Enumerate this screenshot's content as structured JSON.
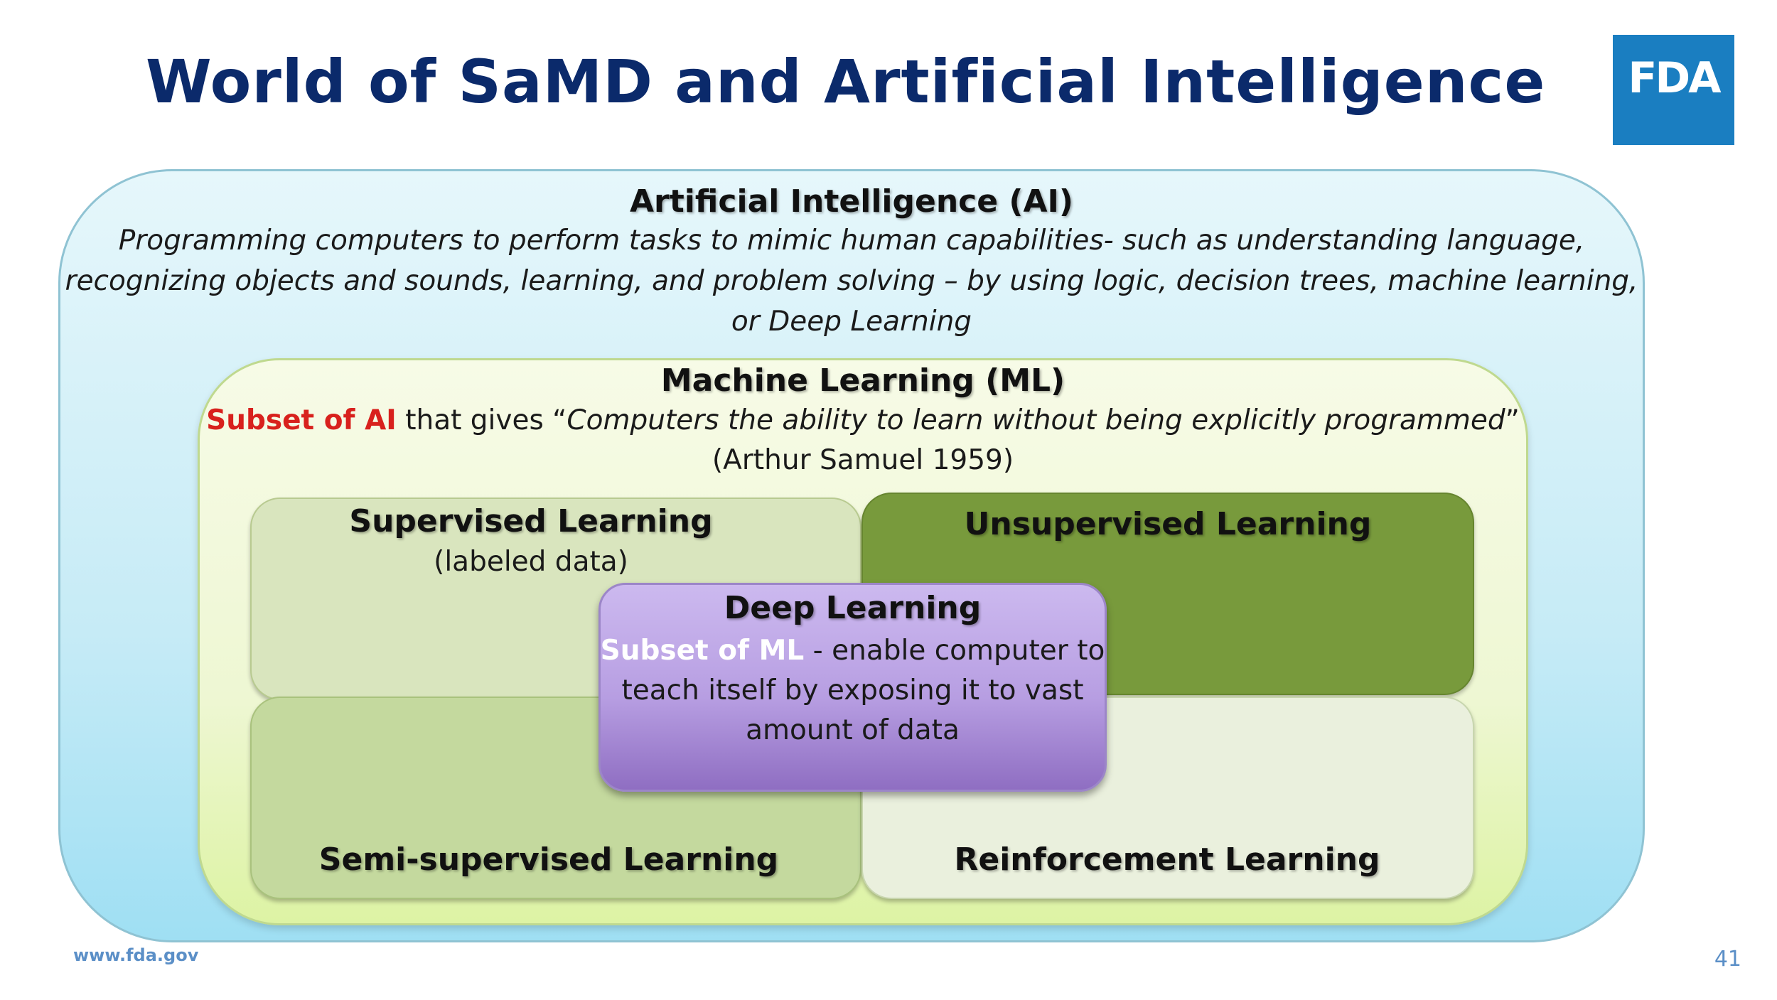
{
  "slide": {
    "title": "World of SaMD and Artificial Intelligence",
    "logo_text": "FDA",
    "footer_url": "www.fda.gov",
    "page_number": "41"
  },
  "ai": {
    "title": "Artificial Intelligence (AI)",
    "lines": [
      "Programming computers to perform tasks to mimic human capabilities- such as understanding language,",
      "recognizing objects and sounds, learning, and problem solving – by using logic, decision trees, machine learning,",
      "or Deep Learning"
    ]
  },
  "ml": {
    "title": "Machine Learning (ML)",
    "subset_label": "Subset of AI",
    "text_plain": " that gives “",
    "quote": "Computers the ability to learn without being explicitly programmed",
    "quote_close": "”",
    "attribution": "(Arthur Samuel 1959)"
  },
  "quadrants": {
    "supervised": {
      "title": "Supervised Learning",
      "subtitle": "(labeled data)"
    },
    "unsupervised": {
      "title": "Unsupervised Learning"
    },
    "semi_supervised": {
      "title": "Semi-supervised Learning"
    },
    "reinforcement": {
      "title": "Reinforcement Learning"
    }
  },
  "deep_learning": {
    "title": "Deep Learning",
    "subset_label": "Subset of ML",
    "line1_rest": " - enable computer to",
    "line2": "teach itself by exposing  it to vast",
    "line3": "amount of data"
  },
  "colors": {
    "title": "#0b2a6b",
    "fda_blue": "#1a7ec1",
    "ai_bg": "#c6ebf6",
    "ml_bg": "#eef7d3",
    "supervised": "#d9e5be",
    "unsupervised": "#789a3c",
    "semi_supervised": "#c4d99e",
    "reinforcement": "#eaf0dd",
    "deep_learning": "#b79ee2",
    "highlight_red": "#d8211d"
  }
}
